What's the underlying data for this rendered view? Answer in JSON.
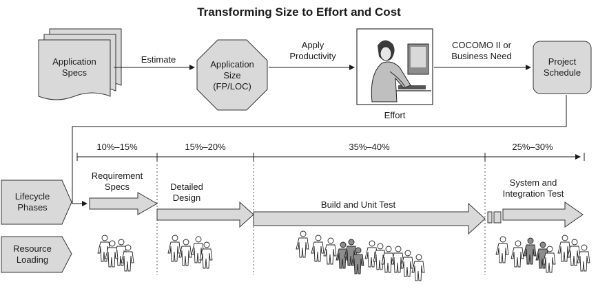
{
  "title": "Transforming Size to Effort and Cost",
  "top_flow": {
    "specs": [
      "Application",
      "Specs"
    ],
    "estimate": "Estimate",
    "size": [
      "Application",
      "Size",
      "(FP/LOC)"
    ],
    "apply": [
      "Apply",
      "Productivity"
    ],
    "effort": "Effort",
    "cocomo": [
      "COCOMO II or",
      "Business Need"
    ],
    "schedule": [
      "Project",
      "Schedule"
    ]
  },
  "side_labels": {
    "lifecycle": [
      "Lifecycle",
      "Phases"
    ],
    "resource": [
      "Resource",
      "Loading"
    ]
  },
  "percentages": [
    "10%–15%",
    "15%–20%",
    "35%–40%",
    "25%–30%"
  ],
  "phases": [
    [
      "Requirement",
      "Specs"
    ],
    [
      "Detailed",
      "Design"
    ],
    [
      "Build and Unit Test"
    ],
    [
      "System and",
      "Integration Test"
    ]
  ],
  "colors": {
    "box_fill": "#d9d9d9",
    "stroke": "#333333",
    "figure_dark": "#8c8c8c"
  }
}
